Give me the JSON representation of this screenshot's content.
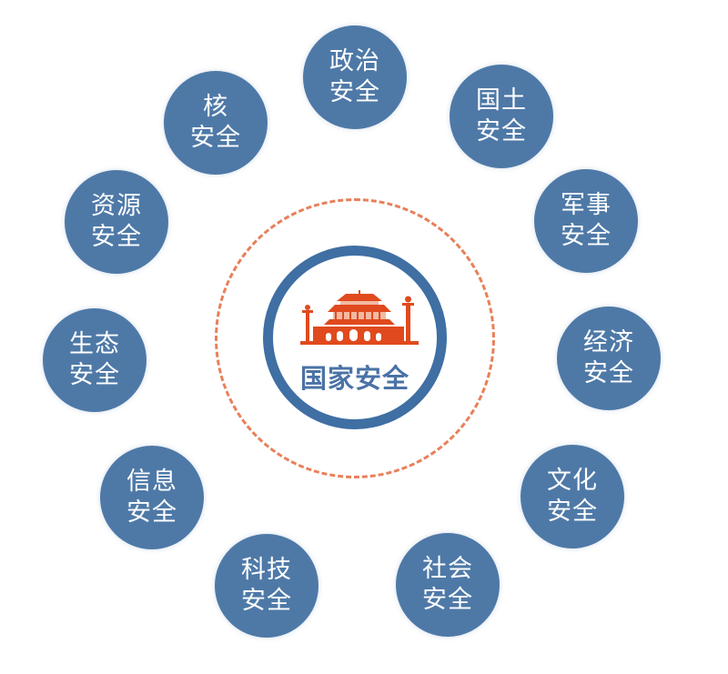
{
  "colors": {
    "node_fill": "#4e79a7",
    "node_text": "#ffffff",
    "core_ring": "#3f6fa3",
    "dashed_ring": "#e8805a",
    "icon_red": "#e04a1e",
    "core_title": "#4a72a6"
  },
  "center": {
    "title": "国家安全",
    "icon": "tiananmen-gate-icon"
  },
  "nodes": [
    {
      "line1": "政治",
      "line2": "安全"
    },
    {
      "line1": "国土",
      "line2": "安全"
    },
    {
      "line1": "军事",
      "line2": "安全"
    },
    {
      "line1": "经济",
      "line2": "安全"
    },
    {
      "line1": "文化",
      "line2": "安全"
    },
    {
      "line1": "社会",
      "line2": "安全"
    },
    {
      "line1": "科技",
      "line2": "安全"
    },
    {
      "line1": "信息",
      "line2": "安全"
    },
    {
      "line1": "生态",
      "line2": "安全"
    },
    {
      "line1": "资源",
      "line2": "安全"
    },
    {
      "line1": "核",
      "line2": "安全"
    }
  ]
}
